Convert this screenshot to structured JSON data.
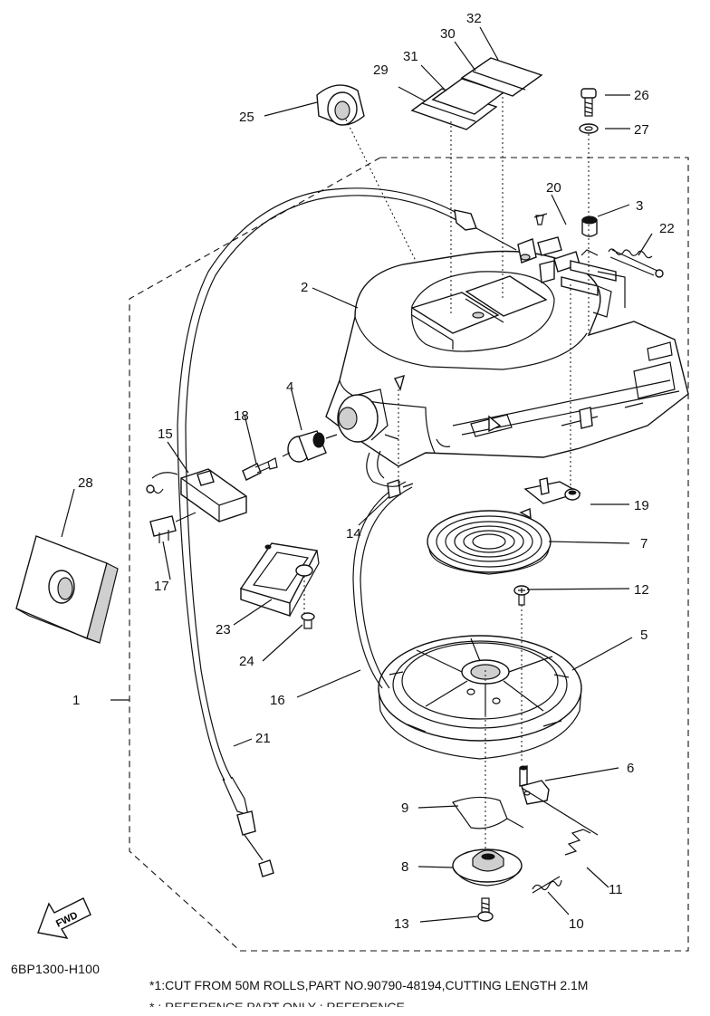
{
  "diagram": {
    "drawing_code": "6BP1300-H100",
    "footnote": "*1:CUT FROM 50M ROLLS,PART NO.90790-48194,CUTTING LENGTH 2.1M",
    "footnote_cut": "*  : REFERENCE PART ONLY     : REFERENCE",
    "fwd_label": "FWD",
    "callouts": {
      "p1": "1",
      "p2": "2",
      "p3": "3",
      "p4": "4",
      "p5": "5",
      "p6": "6",
      "p7": "7",
      "p8": "8",
      "p9": "9",
      "p10": "10",
      "p11": "11",
      "p12": "12",
      "p13": "13",
      "p14": "14",
      "p15": "15",
      "p16": "16",
      "p17": "17",
      "p18": "18",
      "p19": "19",
      "p20": "20",
      "p21": "21",
      "p22": "22",
      "p23": "23",
      "p24": "24",
      "p25": "25",
      "p26": "26",
      "p27": "27",
      "p28": "28",
      "p29": "29",
      "p30": "30",
      "p31": "31",
      "p32": "32"
    }
  }
}
